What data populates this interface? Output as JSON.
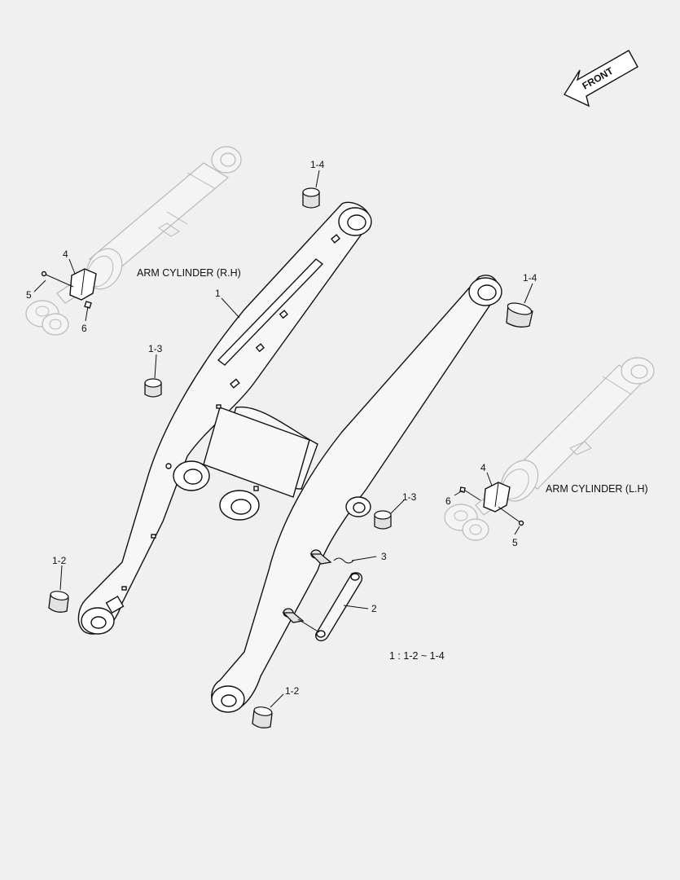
{
  "diagram": {
    "front_label": "FRONT",
    "titles": {
      "arm_cylinder_rh": "ARM CYLINDER (R.H)",
      "arm_cylinder_lh": "ARM CYLINDER (L.H)"
    },
    "note": "1 : 1-2 ~ 1-4",
    "callouts": {
      "arm": "1",
      "link": "2",
      "pin": "3",
      "rh_part_4": "4",
      "rh_part_5": "5",
      "rh_part_6": "6",
      "lh_part_4": "4",
      "lh_part_5": "5",
      "lh_part_6": "6",
      "bush_1_4_left": "1-4",
      "bush_1_4_right": "1-4",
      "bush_1_3_left": "1-3",
      "bush_1_3_right": "1-3",
      "bush_1_2_left": "1-2",
      "bush_1_2_right": "1-2"
    }
  }
}
